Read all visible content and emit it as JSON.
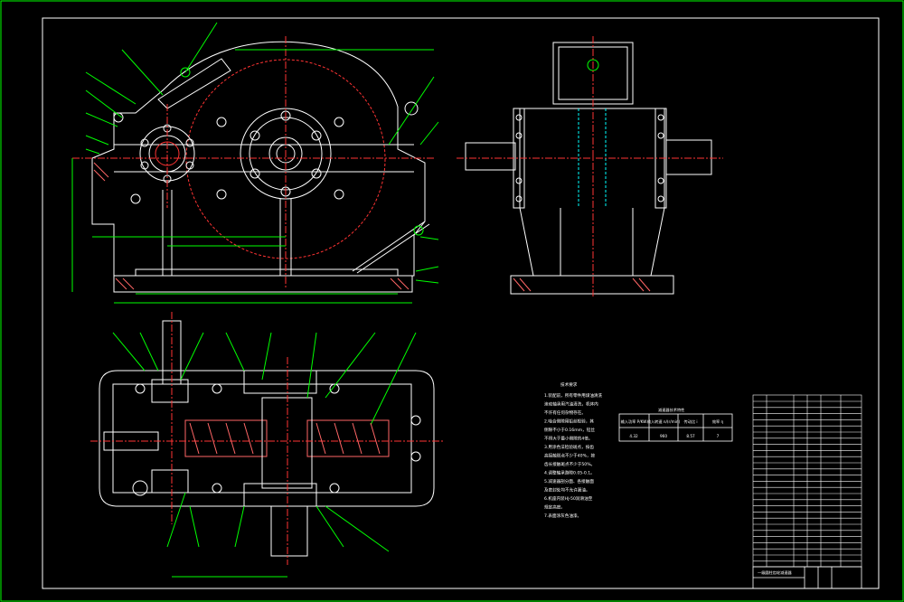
{
  "colors": {
    "background": "#000000",
    "outline": "#ffffff",
    "leader": "#00ff00",
    "centerline": "#ff0000",
    "hidden": "#00ffff",
    "hatch": "#ff6666",
    "accent": "#ffff00"
  },
  "drawing": {
    "notes_title": "技术要求",
    "notes": [
      "1.装配前，所有零件用煤油清洗",
      "滚动轴承用汽油清洗，机体内",
      "不许有任何杂物存在。",
      "2.啮合侧隙用铅丝检验，其",
      "侧隙不小于0.16mm，铅丝",
      "不得大于最小侧隙的4倍。",
      "3.用涂色法检验斑点，按齿",
      "高接触斑点不少于40%，按",
      "齿长接触斑点不少于50%。",
      "4.调整轴承游隙0.05-0.1。",
      "5.减速器剖分面、各接触面",
      "及密封处均不允许漏油。",
      "6.机座内装HJ-50润滑油至",
      "规定高度。",
      "7.表面涂灰色油漆。"
    ],
    "spec_table": {
      "title": "减速器技术特性",
      "headers": [
        "输入功率 P/KW",
        "输入转速 n/(r/min)",
        "传动比 i",
        "效率 η"
      ],
      "values": [
        "4.32",
        "960",
        "8.57",
        "7"
      ]
    },
    "title_block": {
      "name": "一级圆柱齿轮减速器"
    }
  }
}
